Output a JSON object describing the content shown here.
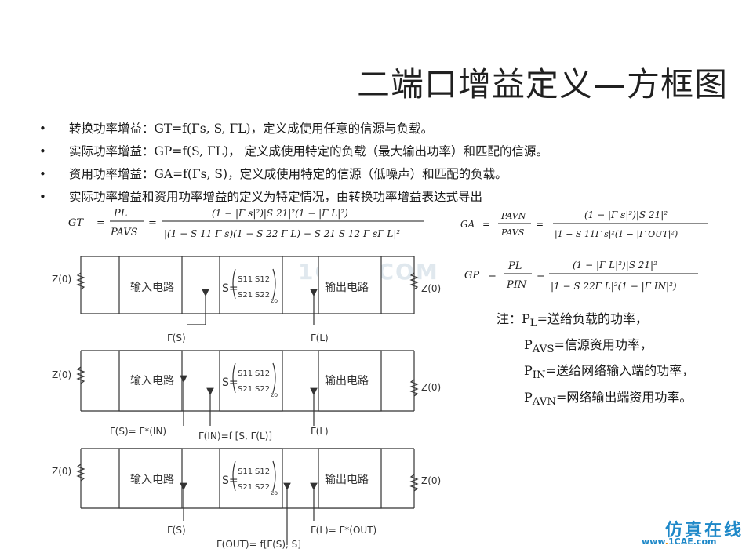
{
  "title": "二端口增益定义—方框图",
  "bullets": [
    {
      "label": "转换功率增益：",
      "formula": "GT=f(Γs, S, ΓL)",
      "text": "，定义成使用任意的信源与负载。"
    },
    {
      "label": "实际功率增益：",
      "formula": "GP=f(S, ΓL)",
      "text": "， 定义成使用特定的负载（最大输出功率）和匹配的信源。"
    },
    {
      "label": "资用功率增益：",
      "formula": "GA=f(Γs, S)",
      "text": "，定义成使用特定的信源（低噪声）和匹配的负载。"
    },
    {
      "label": "",
      "formula": "",
      "text": "实际功率增益和资用功率增益的定义为特定情况，由转换功率增益表达式导出"
    }
  ],
  "formulas": {
    "gt": {
      "lhs": "GT",
      "num": "PL",
      "den": "PAVS"
    },
    "ga": {
      "lhs": "GA",
      "num": "PAVN",
      "den": "PAVS"
    },
    "gp": {
      "lhs": "GP",
      "num": "PL",
      "den": "PIN"
    }
  },
  "diagrams": {
    "source_label": "Z(0)",
    "load_label": "Z(0)",
    "input_box": "输入电路",
    "output_box": "输出电路",
    "s_prefix": "S=",
    "s11": "S11",
    "s12": "S12",
    "s21": "S21",
    "s22": "S22",
    "z0": "zo",
    "d1": {
      "gamma_s": "Γ(S)",
      "gamma_l": "Γ(L)"
    },
    "d2": {
      "gamma_s": "Γ(S)= Γ*(IN)",
      "gamma_in": "Γ(IN)=f [S, Γ(L)]",
      "gamma_l": "Γ(L)"
    },
    "d3": {
      "gamma_s": "Γ(S)",
      "gamma_l": "Γ(L)= Γ*(OUT)",
      "gamma_out": "Γ(OUT)= f[Γ(S), S]"
    }
  },
  "notes": {
    "prefix": "注：",
    "items": [
      {
        "sym": "P",
        "sub": "L",
        "text": "=送给负载的功率，"
      },
      {
        "sym": "P",
        "sub": "AVS",
        "text": "=信源资用功率，"
      },
      {
        "sym": "P",
        "sub": "IN",
        "text": "=送给网络输入端的功率，"
      },
      {
        "sym": "P",
        "sub": "AVN",
        "text": "=网络输出端资用功率。"
      }
    ]
  },
  "watermark": "1CAE.COM",
  "brand": {
    "text": "仿真在线",
    "url_pre": "www",
    "url_dot": ".",
    "url_post": "1CAE.com"
  }
}
